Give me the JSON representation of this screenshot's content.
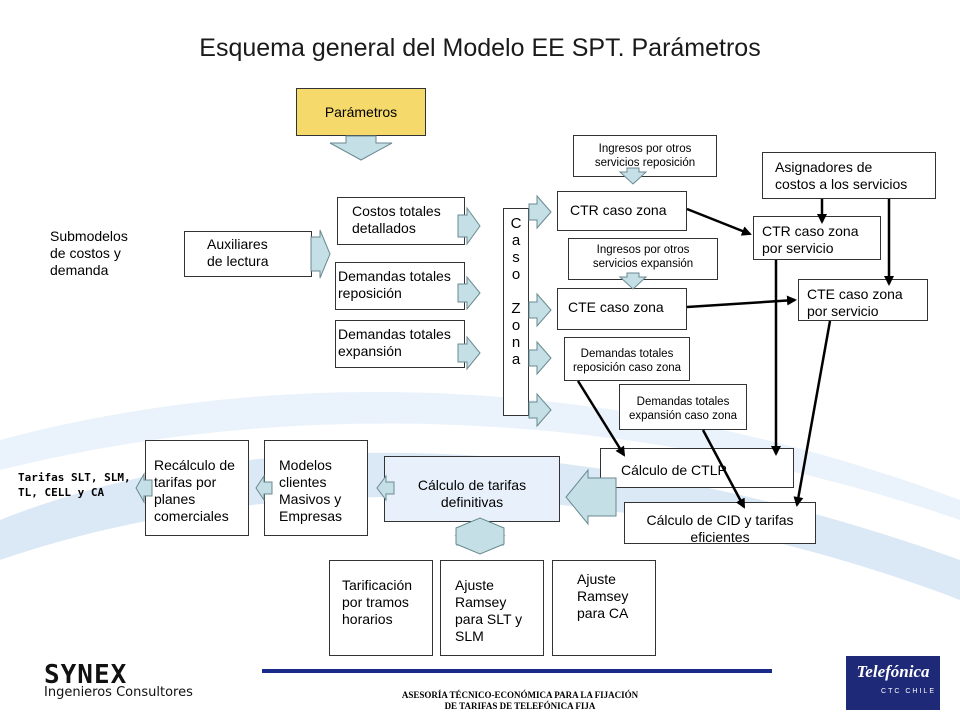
{
  "title": "Esquema general del Modelo EE SPT. Parámetros",
  "nodes": {
    "parametros": "Parámetros",
    "submodelos": "Submodelos\nde costos y\ndemanda",
    "auxiliares": "Auxiliares\nde lectura",
    "costos_totales": "Costos totales\ndetallados",
    "demandas_reposicion": "Demandas totales\nreposición",
    "demandas_expansion": "Demandas totales\nexpansión",
    "caso_zona": "C\na\ns\no\n\nZ\no\nn\na",
    "ingresos_reposicion": "Ingresos por otros\nservicios reposición",
    "ingresos_expansion": "Ingresos por otros\nservicios expansión",
    "ctr_caso_zona": "CTR caso zona",
    "cte_caso_zona": "CTE caso zona",
    "asignadores": "Asignadores de\ncostos a los servicios",
    "ctr_por_servicio": "CTR caso zona\npor servicio",
    "cte_por_servicio": "CTE caso zona\npor servicio",
    "dem_rep_caso_zona": "Demandas totales\nreposición caso zona",
    "dem_exp_caso_zona": "Demandas totales\nexpansión caso zona",
    "calculo_ctlp": "Cálculo de CTLP",
    "calculo_cid": "Cálculo de CID y tarifas\neficientes",
    "calculo_tarifas_def": "Cálculo de tarifas\ndefinitivas",
    "modelos_clientes": "Modelos\nclientes\nMasivos y\nEmpresas",
    "recalculo": "Recálculo de\ntarifas por\nplanes\ncomerciales",
    "tarifas_slt": "Tarifas SLT, SLM,\nTL, CELL y CA",
    "tarificacion": "Tarificación\npor tramos\nhorarios",
    "ajuste_slt": "Ajuste\nRamsey\npara SLT y\nSLM",
    "ajuste_ca": "Ajuste\nRamsey\npara CA"
  },
  "footer": {
    "company": "SYNEX",
    "company_sub": "Ingenieros Consultores",
    "text": "ASESORÍA TÉCNICO-ECONÓMICA PARA LA FIJACIÓN\nDE TARIFAS DE TELEFÓNICA FIJA",
    "logo_main": "Telefónica",
    "logo_sub": "CTC CHILE"
  },
  "colors": {
    "param_fill": "#f5d96b",
    "arrow_fill": "#c4dfe6",
    "swoosh": "#dbe8f6",
    "footer_line": "#1a2a8a",
    "logo_bg": "#1e2a78"
  }
}
